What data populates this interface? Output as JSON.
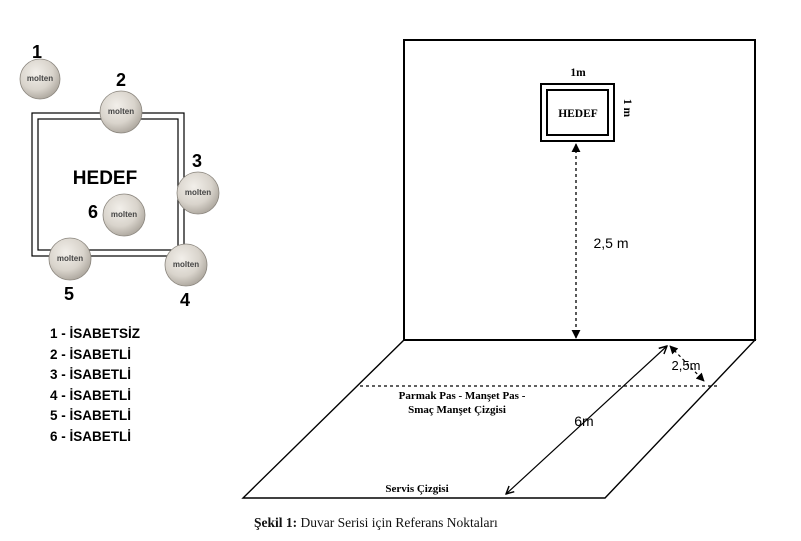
{
  "target_panel": {
    "target_label": "HEDEF",
    "balls": [
      {
        "number": "1",
        "brand": "molten"
      },
      {
        "number": "2",
        "brand": "molten"
      },
      {
        "number": "3",
        "brand": "molten"
      },
      {
        "number": "4",
        "brand": "molten"
      },
      {
        "number": "5",
        "brand": "molten"
      },
      {
        "number": "6",
        "brand": "molten"
      }
    ]
  },
  "legend": [
    "1 - İSABETSİZ",
    "2 - İSABETLİ",
    "3 - İSABETLİ",
    "4 - İSABETLİ",
    "5 - İSABETLİ",
    "6 - İSABETLİ"
  ],
  "wall_diagram": {
    "target_label": "HEDEF",
    "target_width": "1m",
    "target_height": "1 m",
    "height_label": "2,5 m",
    "front_line_label_1": "Parmak Pas - Manşet Pas -",
    "front_line_label_2": "Smaç Manşet Çizgisi",
    "distance_6m": "6m",
    "distance_2_5m": "2,5m",
    "service_line_label": "Servis Çizgisi"
  },
  "caption": {
    "prefix": "Şekil 1:",
    "text": "Duvar Serisi için Referans Noktaları"
  }
}
